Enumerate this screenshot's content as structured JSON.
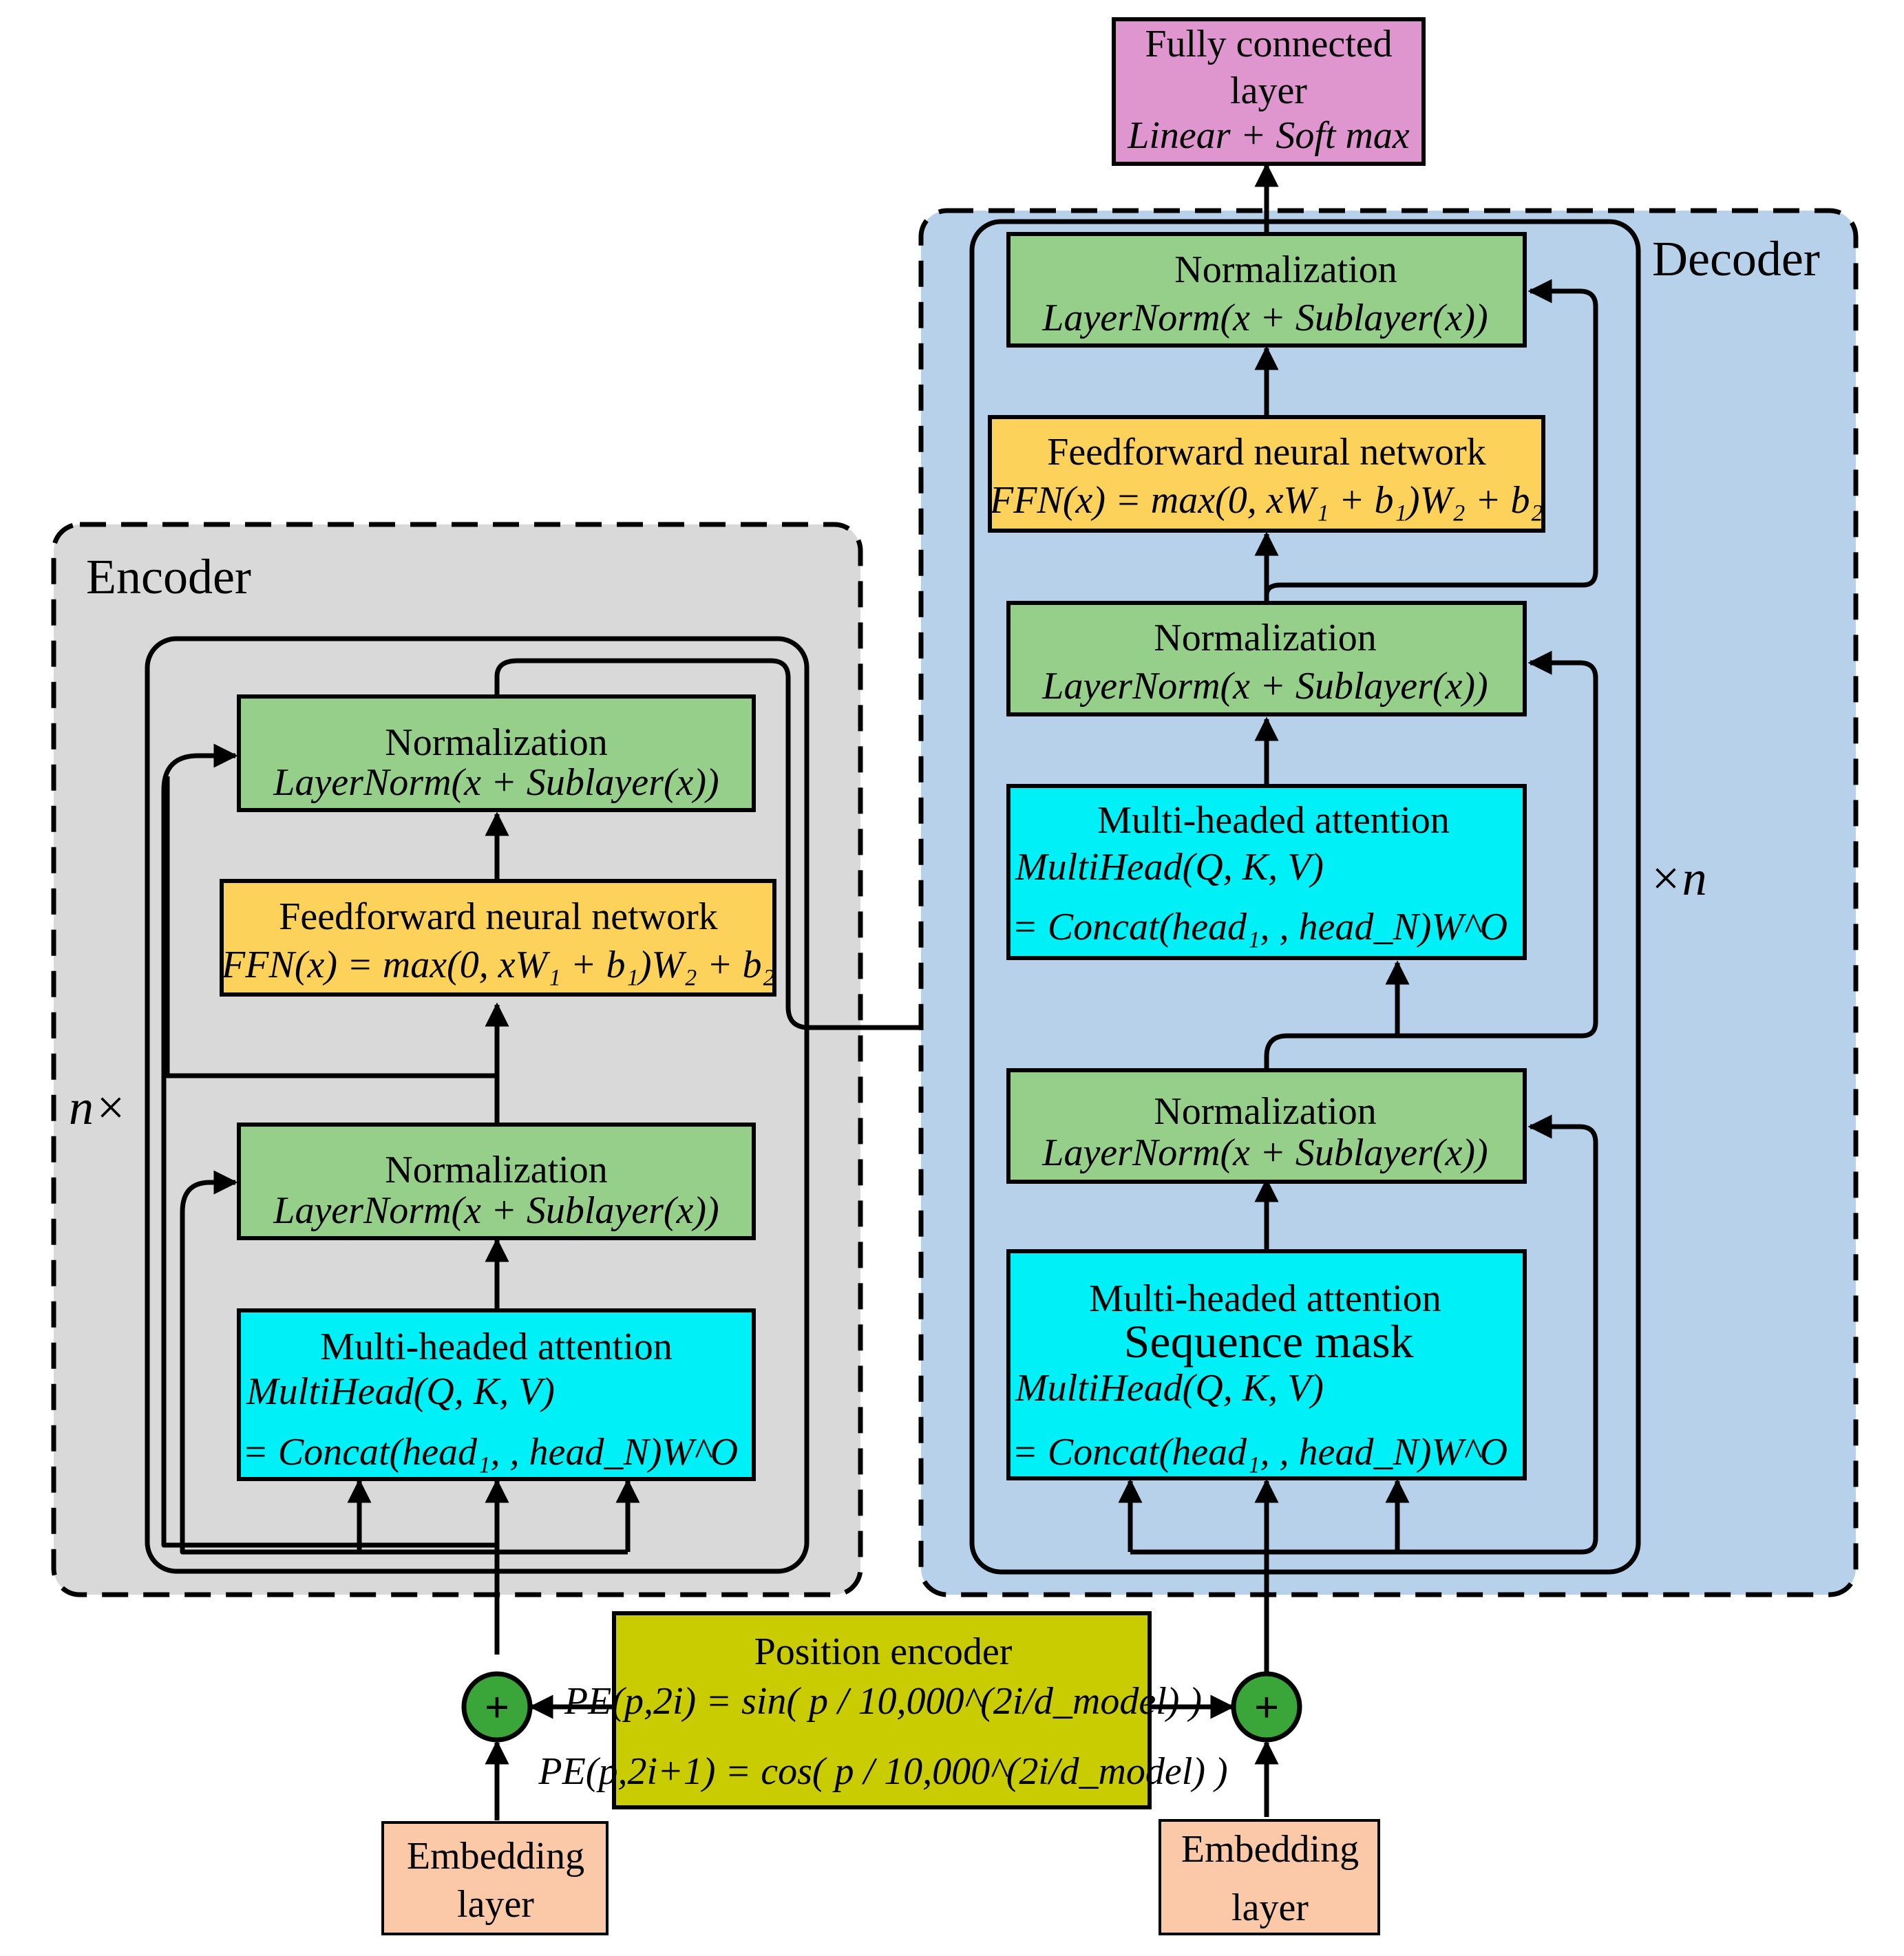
{
  "colors": {
    "encoder_bg": "#d9d9d9",
    "decoder_bg": "#b7d1ea",
    "norm": "#95cf89",
    "ffn": "#fdd25a",
    "attention": "#00f0f8",
    "fc": "#df96ce",
    "position": "#c9cc00",
    "embedding": "#fbc9a8",
    "adder": "#3aa639"
  },
  "encoder": {
    "label": "Encoder",
    "repeat": "n×",
    "norm_top": {
      "title": "Normalization",
      "formula": "LayerNorm(x + Sublayer(x))"
    },
    "ffn": {
      "title": "Feedforward neural network",
      "formula": "FFN(x) = max(0, xW₁ + b₁)W₂ + b₂"
    },
    "norm_bottom": {
      "title": "Normalization",
      "formula": "LayerNorm(x + Sublayer(x))"
    },
    "attention": {
      "title": "Multi-headed attention",
      "formula1": "MultiHead(Q, K, V)",
      "formula2": "= Concat(head₁,    , head_N)W^O"
    }
  },
  "decoder": {
    "label": "Decoder",
    "repeat": "×n",
    "norm_top": {
      "title": "Normalization",
      "formula": "LayerNorm(x + Sublayer(x))"
    },
    "ffn": {
      "title": "Feedforward neural network",
      "formula": "FFN(x) = max(0, xW₁ + b₁)W₂ + b₂"
    },
    "norm_mid": {
      "title": "Normalization",
      "formula": "LayerNorm(x + Sublayer(x))"
    },
    "attention_top": {
      "title": "Multi-headed attention",
      "formula1": "MultiHead(Q, K, V)",
      "formula2": "= Concat(head₁,    , head_N)W^O"
    },
    "norm_bottom": {
      "title": "Normalization",
      "formula": "LayerNorm(x + Sublayer(x))"
    },
    "attention_masked": {
      "title": "Multi-headed attention",
      "subtitle": "Sequence mask",
      "formula1": "MultiHead(Q, K, V)",
      "formula2": "= Concat(head₁,    , head_N)W^O"
    }
  },
  "fully_connected": {
    "line1": "Fully connected",
    "line2": "layer",
    "line3": "Linear + Soft max"
  },
  "position_encoder": {
    "title": "Position encoder",
    "formula1": "PE(p,2i) = sin( p / 10,000^(2i/d_model) )",
    "formula2": "PE(p,2i+1) = cos( p / 10,000^(2i/d_model) )"
  },
  "embedding_left": {
    "line1": "Embedding",
    "line2": "layer"
  },
  "embedding_right": {
    "line1": "Embedding",
    "line2": "layer"
  },
  "adder_symbol": "+"
}
